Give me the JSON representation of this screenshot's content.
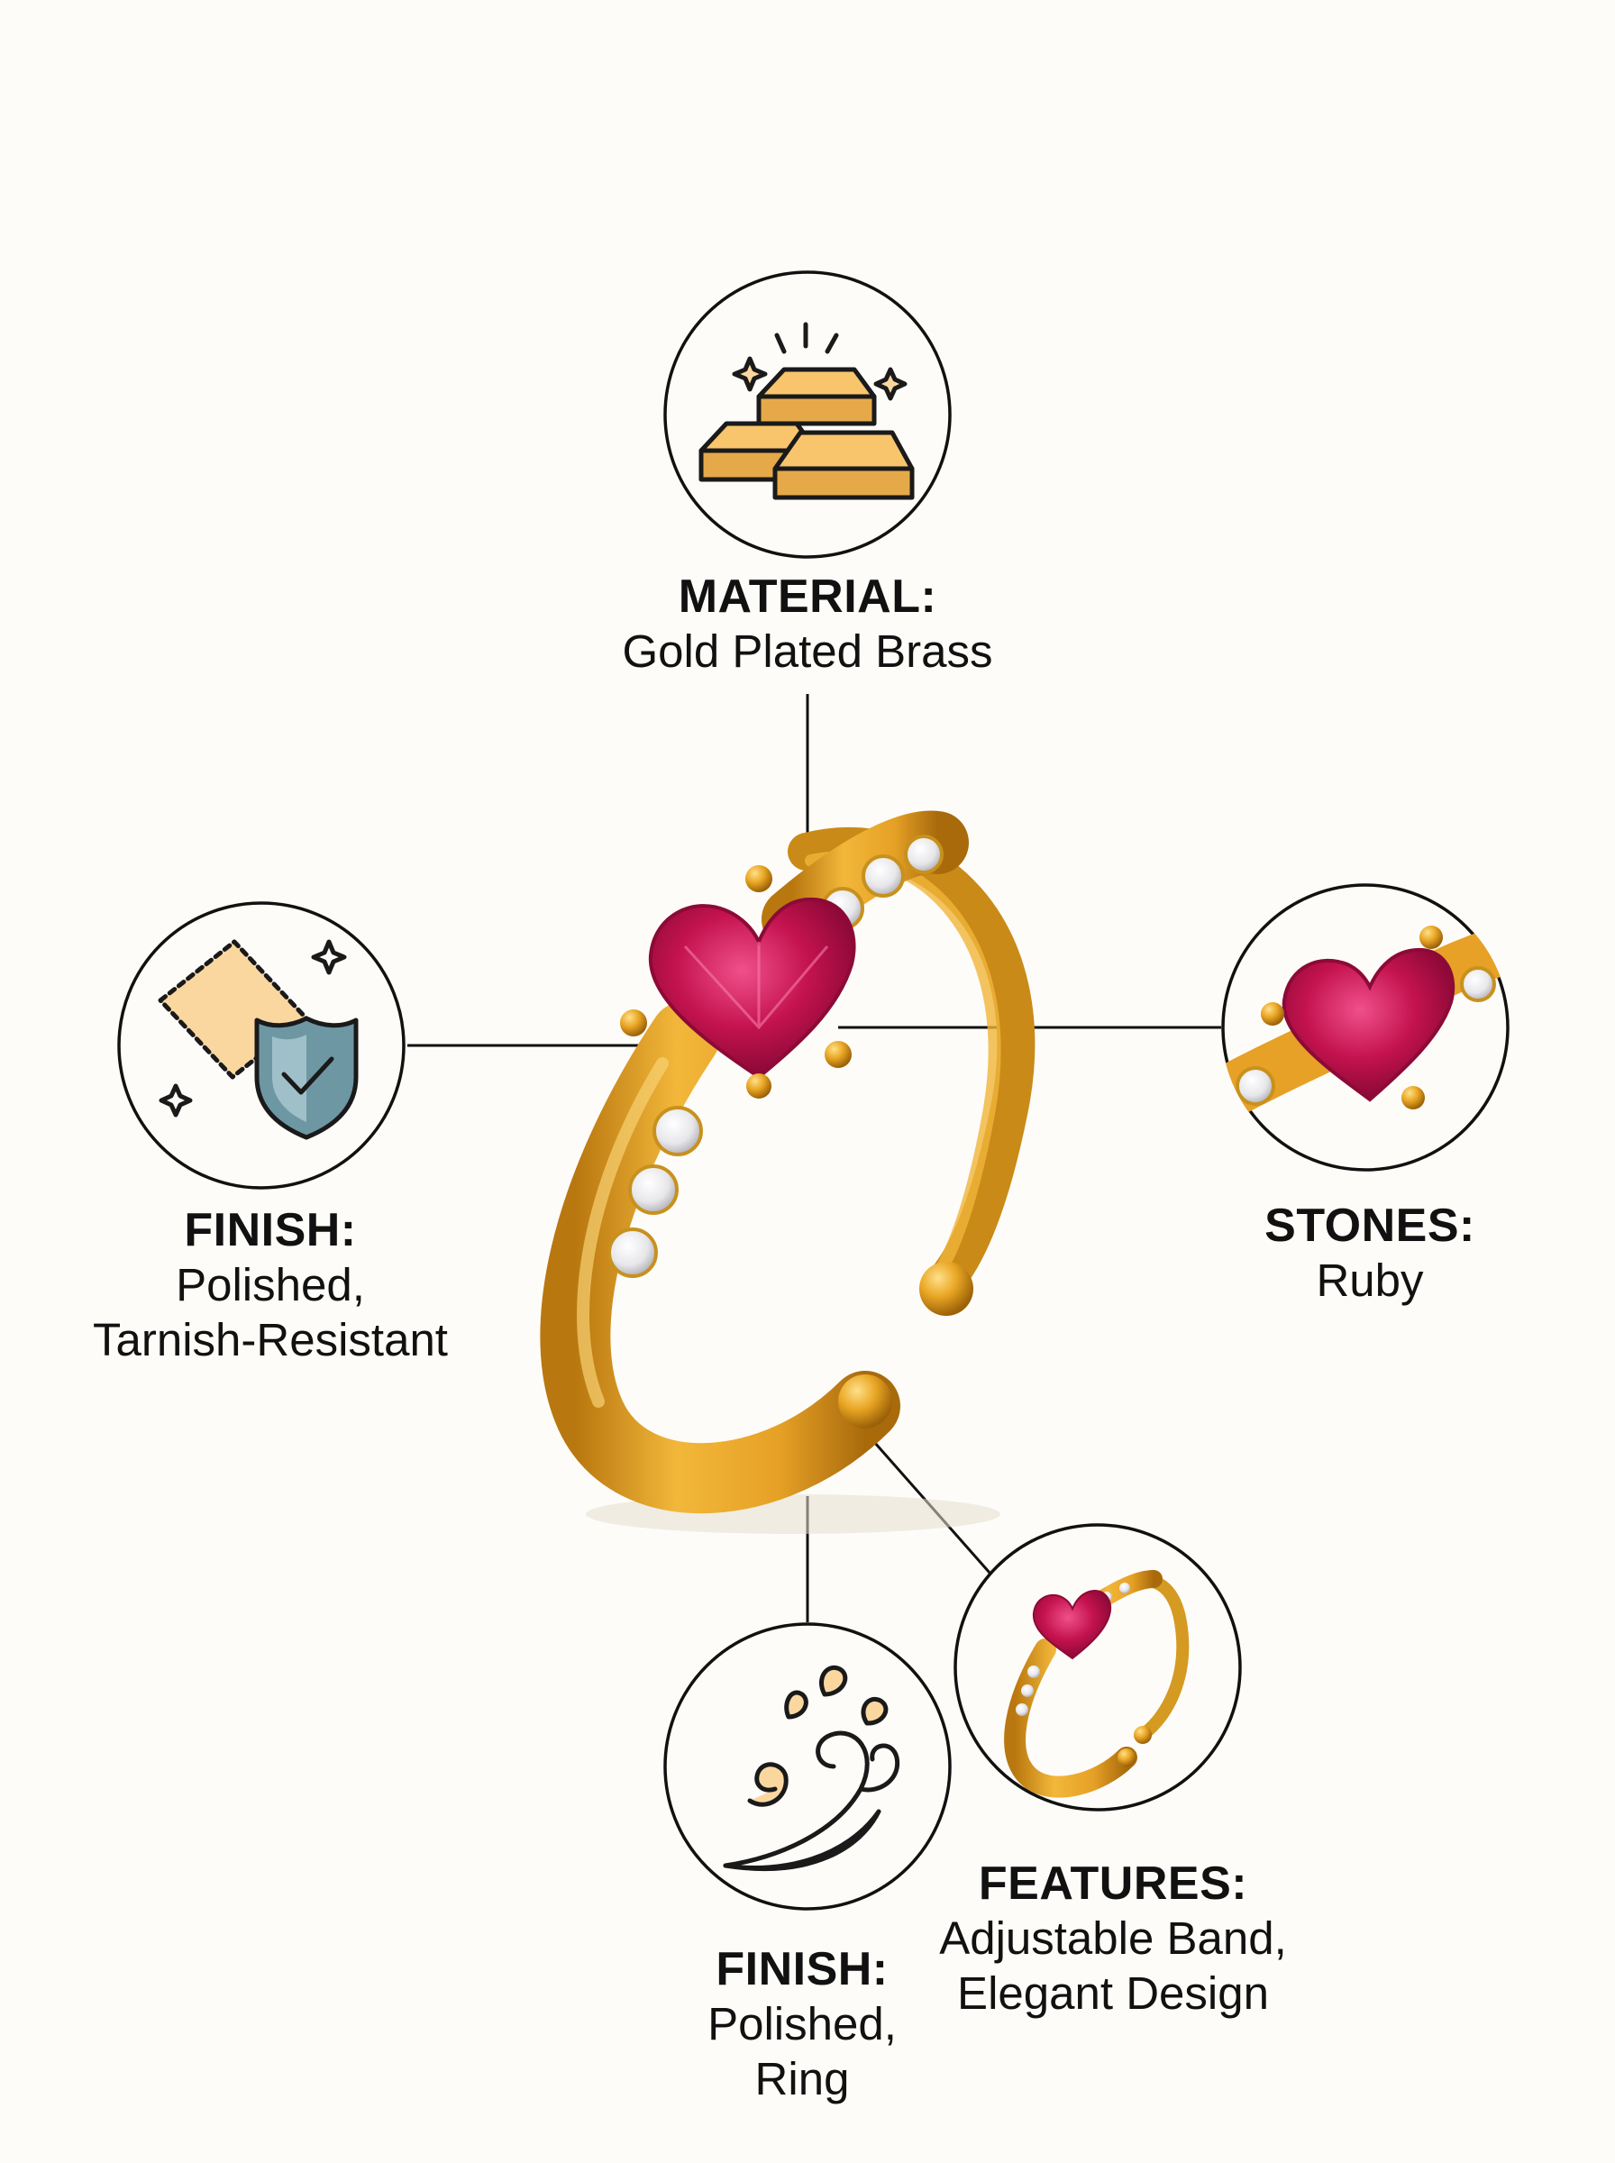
{
  "callouts": {
    "material": {
      "heading": "MATERIAL:",
      "value": "Gold Plated Brass",
      "icon": "gold-bars-icon"
    },
    "finish_left": {
      "heading": "FINISH:",
      "value_lines": [
        "Polished,",
        "Tarnish-Resistant"
      ],
      "icon": "shield-check-icon"
    },
    "stones": {
      "heading": "STONES:",
      "value": "Ruby",
      "icon": "heart-ruby-closeup"
    },
    "finish_bottom": {
      "heading": "FINISH:",
      "value_lines": [
        "Polished,",
        "Ring"
      ],
      "icon": "swirl-splash-icon"
    },
    "features": {
      "heading": "FEATURES:",
      "value_lines": [
        "Adjustable Band,",
        "Elegant Design"
      ],
      "icon": "ring-thumbnail"
    }
  },
  "colors": {
    "background": "#fdfcf8",
    "gold": "#e8a623",
    "gold_dark": "#b87812",
    "ruby": "#c4134f",
    "icon_fill": "#fbd7a0",
    "shield": "#6d97a3",
    "text": "#111111"
  }
}
